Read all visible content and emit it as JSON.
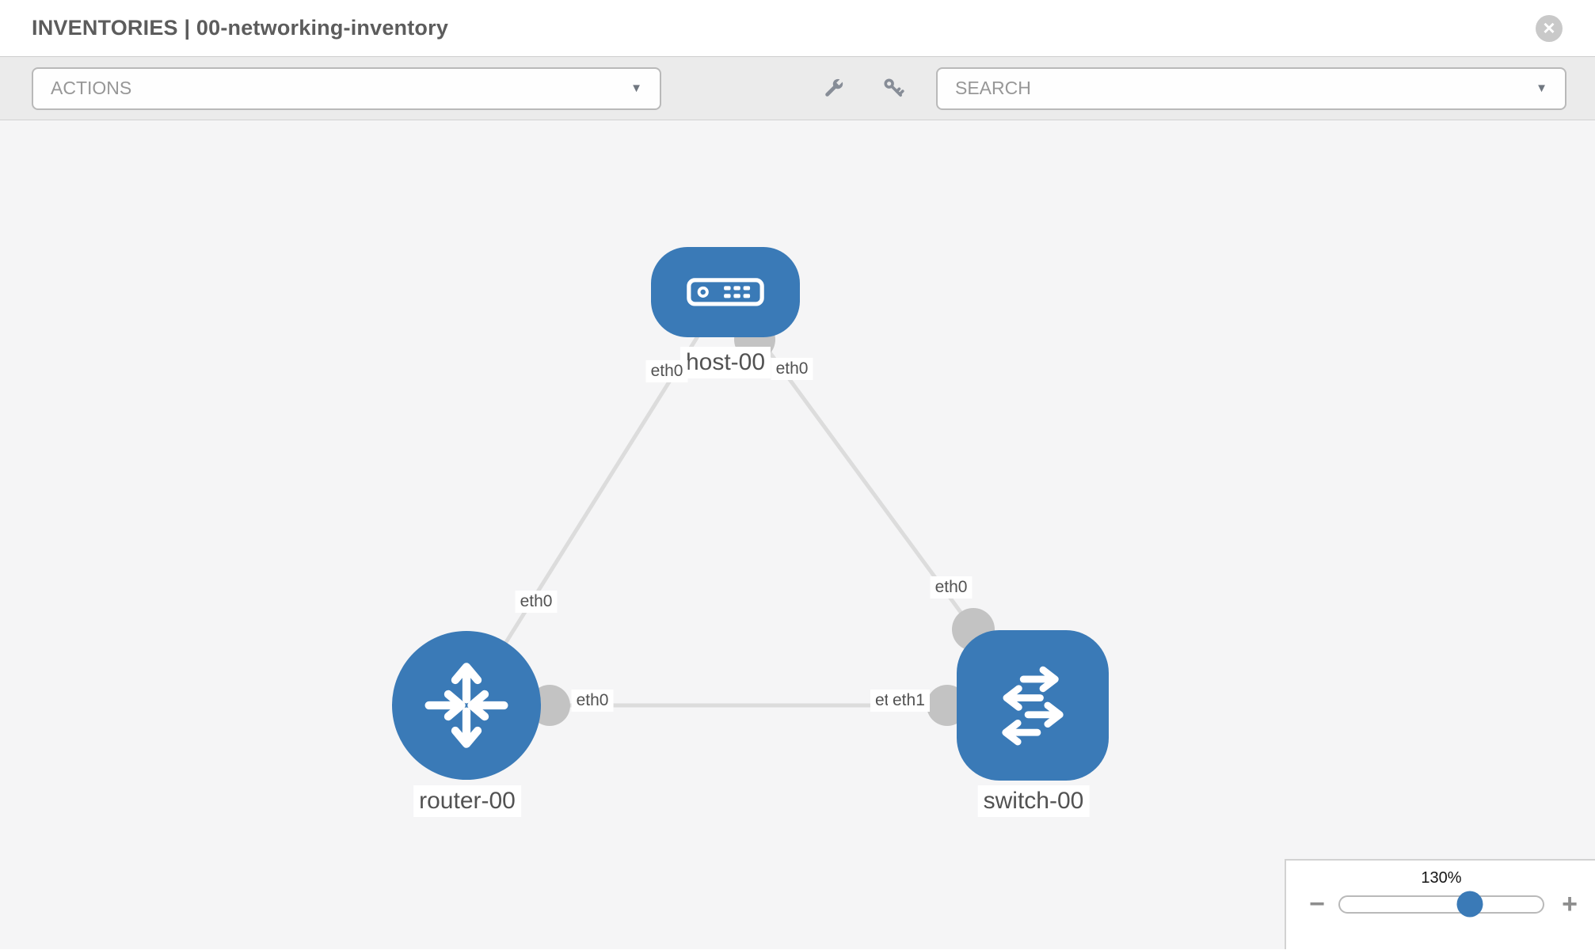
{
  "window": {
    "title": "INVENTORIES | 00-networking-inventory"
  },
  "toolbar": {
    "actions_label": "ACTIONS",
    "search_label": "SEARCH"
  },
  "icons": {
    "close": "×",
    "caret": "▼",
    "minus": "−",
    "plus": "+"
  },
  "topology": {
    "nodes": [
      {
        "id": "host-00",
        "type": "host",
        "label": "host-00"
      },
      {
        "id": "router-00",
        "type": "router",
        "label": "router-00"
      },
      {
        "id": "switch-00",
        "type": "switch",
        "label": "switch-00"
      }
    ],
    "links": [
      {
        "from": "host-00",
        "from_if": "eth0",
        "to": "router-00",
        "to_if": "eth0"
      },
      {
        "from": "host-00",
        "from_if": "eth0",
        "to": "switch-00",
        "to_if": "eth0"
      },
      {
        "from": "router-00",
        "from_if": "eth0",
        "to": "switch-00",
        "to_if": "eth1",
        "to_if_overlapped": "eth0"
      }
    ]
  },
  "zoom_control": {
    "level": "130%"
  },
  "colors": {
    "node_blue": "#3a7ab7",
    "link_gray": "#dcdcdc",
    "dot_gray": "#c3c3c3",
    "canvas_bg": "#f5f5f6",
    "toolbar_bg": "#ebebeb",
    "accent_text": "#5c5c5c"
  }
}
